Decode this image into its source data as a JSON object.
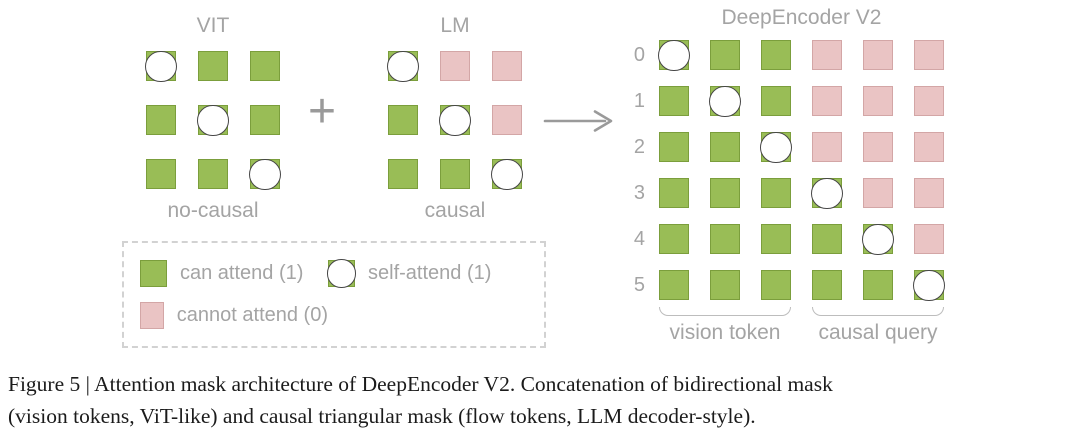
{
  "colors": {
    "can_attend_fill": "#99bd56",
    "can_attend_border": "#7b9e3c",
    "cannot_attend_fill": "#eac4c4",
    "cannot_attend_border": "#d3a6a6",
    "label_gray": "#a4a4a4",
    "operator_gray": "#9a9a9a"
  },
  "operators": {
    "plus": "+"
  },
  "vit": {
    "title": "VIT",
    "sublabel": "no-causal",
    "grid": [
      [
        "S",
        "G",
        "G"
      ],
      [
        "G",
        "S",
        "G"
      ],
      [
        "G",
        "G",
        "S"
      ]
    ]
  },
  "lm": {
    "title": "LM",
    "sublabel": "causal",
    "grid": [
      [
        "S",
        "P",
        "P"
      ],
      [
        "G",
        "S",
        "P"
      ],
      [
        "G",
        "G",
        "S"
      ]
    ]
  },
  "deepencoder": {
    "title": "DeepEncoder V2",
    "row_labels": [
      "0",
      "1",
      "2",
      "3",
      "4",
      "5"
    ],
    "grid": [
      [
        "S",
        "G",
        "G",
        "P",
        "P",
        "P"
      ],
      [
        "G",
        "S",
        "G",
        "P",
        "P",
        "P"
      ],
      [
        "G",
        "G",
        "S",
        "P",
        "P",
        "P"
      ],
      [
        "G",
        "G",
        "G",
        "S",
        "P",
        "P"
      ],
      [
        "G",
        "G",
        "G",
        "G",
        "S",
        "P"
      ],
      [
        "G",
        "G",
        "G",
        "G",
        "G",
        "S"
      ]
    ],
    "group_labels": [
      "vision token",
      "causal query"
    ]
  },
  "legend": {
    "items": [
      {
        "type": "G",
        "label": "can attend (1)"
      },
      {
        "type": "S",
        "label": "self-attend (1)"
      },
      {
        "type": "P",
        "label": "cannot attend (0)"
      }
    ]
  },
  "caption": {
    "line1": "Figure 5 | Attention mask architecture of DeepEncoder V2. Concatenation of bidirectional mask",
    "line2": "(vision tokens, ViT-like) and causal triangular mask (flow tokens, LLM decoder-style)."
  }
}
